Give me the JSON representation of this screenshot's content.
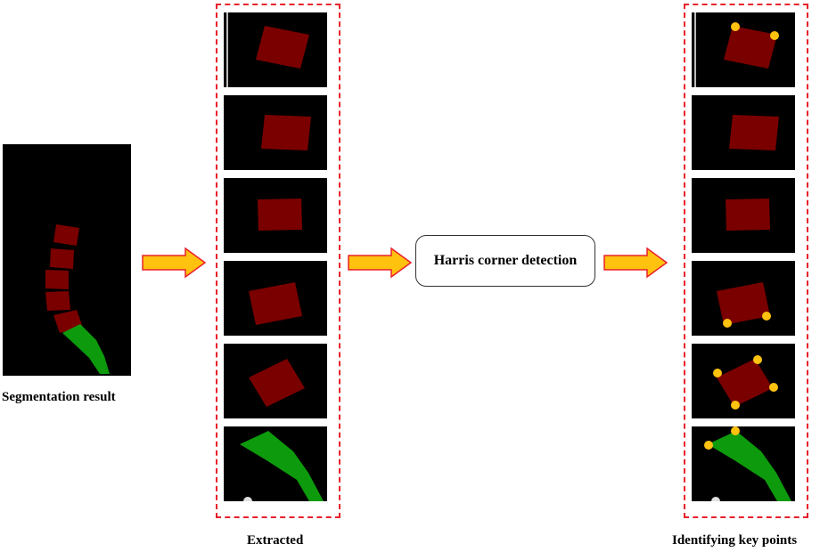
{
  "labels": {
    "segmentation": "Segmentation result",
    "extracted": "Extracted",
    "harris": "Harris corner detection",
    "keypoints": "Identifying key points"
  },
  "colors": {
    "vertebra": "#7a0000",
    "sacrum": "#0d9a0d",
    "keypoint": "#ffc20e",
    "arrow_fill": "#ffc20e",
    "arrow_stroke": "#e8202a",
    "dash": "#e8202a"
  }
}
